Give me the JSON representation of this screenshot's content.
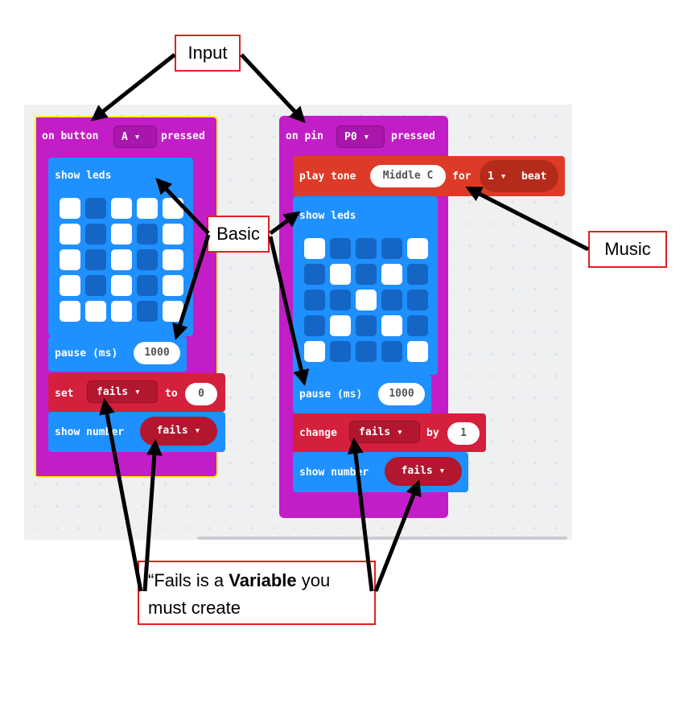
{
  "block1": {
    "hat_prefix": "on button",
    "button_value": "A ▾",
    "hat_suffix": "pressed",
    "show_leds": "show leds",
    "pause_label": "pause (ms)",
    "pause_value": "1000",
    "set_label": "set",
    "set_var": "fails ▾",
    "set_to": "to",
    "set_value": "0",
    "show_number": "show number",
    "show_var": "fails ▾"
  },
  "block2": {
    "hat_prefix": "on pin",
    "pin_value": "P0 ▾",
    "hat_suffix": "pressed",
    "play_tone": "play tone",
    "tone_value": "Middle C",
    "for_label": "for",
    "beat_value": "1 ▾",
    "beat_label": "beat",
    "show_leds": "show leds",
    "pause_label": "pause (ms)",
    "pause_value": "1000",
    "change_label": "change",
    "change_var": "fails ▾",
    "by_label": "by",
    "by_value": "1",
    "show_number": "show number",
    "show_var": "fails ▾"
  },
  "leds1": [
    1,
    0,
    1,
    1,
    1,
    1,
    0,
    1,
    0,
    1,
    1,
    0,
    1,
    0,
    1,
    1,
    0,
    1,
    0,
    1,
    1,
    1,
    1,
    0,
    1
  ],
  "leds2": [
    1,
    0,
    0,
    0,
    1,
    0,
    1,
    0,
    1,
    0,
    0,
    0,
    1,
    0,
    0,
    0,
    1,
    0,
    1,
    0,
    1,
    0,
    0,
    0,
    1
  ],
  "callouts": {
    "input": "Input",
    "basic": "Basic",
    "music": "Music",
    "variable_pre": "“Fails is a ",
    "variable_bold": "Variable",
    "variable_post": " you",
    "variable_line2": "must create"
  },
  "colors": {
    "input_category": "#c21dc6",
    "basic_category": "#1e90ff",
    "variables_category": "#d4203c",
    "music_category": "#dd3b27",
    "callout_border": "#e02020"
  }
}
